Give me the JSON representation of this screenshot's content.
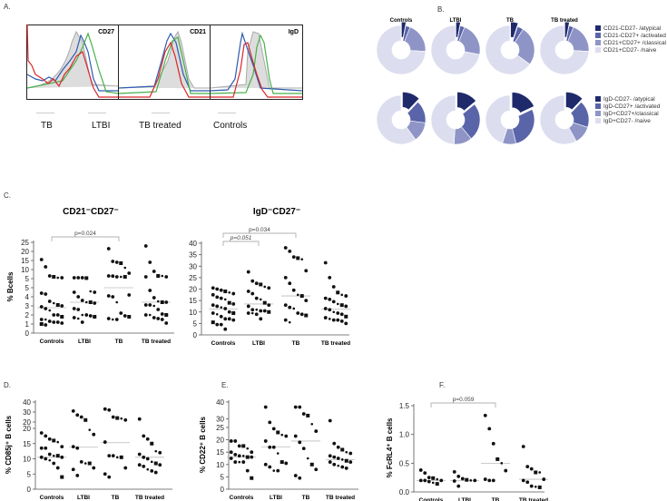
{
  "panel_labels": {
    "a": "A.",
    "b": "B.",
    "c": "C.",
    "d": "D.",
    "e": "E.",
    "f": "F."
  },
  "panel_a": {
    "markers": [
      "CD27",
      "CD21",
      "IgD"
    ],
    "legend": [
      "TB",
      "LTBI",
      "TB treated",
      "Controls"
    ],
    "colors": {
      "TB": "#d9262b",
      "LTBI": "#2f5bb0",
      "TB treated": "#47b04b",
      "Controls": "#b5b5b5"
    }
  },
  "chart_data": [
    {
      "id": "B-CD21",
      "type": "pie",
      "categories": [
        "Controls",
        "LTBI",
        "TB",
        "TB treated"
      ],
      "legend": [
        "CD21-CD27- /atypical",
        "CD21-CD27+ /activated",
        "CD21+CD27+ /classical",
        "CD21+CD27- /naive"
      ],
      "colors": [
        "#1f2a6b",
        "#5a64a8",
        "#8e95c6",
        "#dcdeef"
      ],
      "series": [
        {
          "name": "Controls",
          "values": [
            3,
            3,
            20,
            74
          ]
        },
        {
          "name": "LTBI",
          "values": [
            3,
            3,
            22,
            72
          ]
        },
        {
          "name": "TB",
          "values": [
            5,
            4,
            26,
            65
          ]
        },
        {
          "name": "TB treated",
          "values": [
            3,
            3,
            20,
            74
          ]
        }
      ]
    },
    {
      "id": "B-IgD",
      "type": "pie",
      "categories": [
        "Controls",
        "LTBI",
        "TB",
        "TB treated"
      ],
      "legend": [
        "IgD-CD27- /atypical",
        "IgD-CD27+ /activated",
        "IgD+CD27+/classical",
        "IgD+CD27- /naive"
      ],
      "colors": [
        "#1f2a6b",
        "#5a64a8",
        "#8e95c6",
        "#dcdeef"
      ],
      "series": [
        {
          "name": "Controls",
          "values": [
            12,
            15,
            13,
            60
          ]
        },
        {
          "name": "LTBI",
          "values": [
            14,
            25,
            12,
            49
          ]
        },
        {
          "name": "TB",
          "values": [
            18,
            28,
            9,
            45
          ]
        },
        {
          "name": "TB treated",
          "values": [
            12,
            18,
            12,
            58
          ]
        }
      ]
    },
    {
      "id": "C1",
      "type": "scatter",
      "title": "CD21⁻CD27⁻",
      "ylabel": "% Bcells",
      "categories": [
        "Controls",
        "LTBI",
        "TB",
        "TB treated"
      ],
      "yticks": [
        0,
        1,
        2,
        3,
        4,
        5,
        5,
        10,
        15,
        20,
        25
      ],
      "ylim": [
        0,
        25
      ],
      "axis_break": 5,
      "annotations": [
        {
          "text": "p=0.024",
          "from": "Controls",
          "to": "TB"
        }
      ],
      "medians": [
        2.8,
        3.4,
        5,
        3.4
      ],
      "series": [
        [
          15.5,
          11.5,
          6.5,
          6,
          5.5,
          5.5,
          4.4,
          4.3,
          3.5,
          3.3,
          3.1,
          3,
          2.9,
          2.7,
          2.5,
          2,
          2,
          1.8,
          1.5,
          1.5,
          1.3,
          1.2,
          1.2,
          1.1,
          1,
          0.9
        ],
        [
          5.5,
          5.5,
          5.5,
          5.3,
          4.6,
          4.5,
          4.5,
          4,
          3.6,
          3.4,
          3.4,
          3.3,
          2.7,
          2.6,
          2,
          2,
          1.9,
          1.8,
          1.7,
          1.6,
          1.2
        ],
        [
          21.5,
          14.5,
          14,
          13.5,
          11,
          8,
          6.5,
          6.4,
          6,
          6,
          6,
          4.2,
          4.1,
          4,
          3.4,
          2.2,
          1.9,
          1.8,
          1.6,
          1.5,
          1.5
        ],
        [
          23,
          14,
          9,
          6.5,
          6.5,
          6,
          6,
          4.7,
          3.9,
          3.5,
          3.4,
          3.4,
          3.1,
          3.1,
          3,
          2.6,
          2.1,
          2,
          2,
          2,
          1.7,
          1.6,
          1.5,
          1.1
        ]
      ]
    },
    {
      "id": "C2",
      "type": "scatter",
      "title": "IgD⁻CD27⁻",
      "ylabel": "",
      "categories": [
        "Controls",
        "LTBI",
        "TB",
        "TB treated"
      ],
      "yticks": [
        0,
        5,
        10,
        15,
        20,
        25,
        30,
        35,
        40
      ],
      "ylim": [
        0,
        40
      ],
      "annotations": [
        {
          "text": "p=0.051",
          "from": "Controls",
          "to": "LTBI"
        },
        {
          "text": "p=0.034",
          "from": "Controls",
          "to": "TB"
        }
      ],
      "medians": [
        11.3,
        13.5,
        17,
        11.3
      ],
      "series": [
        [
          20.5,
          20,
          19.5,
          19,
          18.5,
          18,
          17.5,
          16.5,
          16,
          15.5,
          14,
          13.5,
          13,
          12.5,
          12,
          11.5,
          10,
          9.5,
          9.5,
          9,
          8,
          7,
          7,
          6.5,
          5.5,
          4.5,
          4.5,
          2.5
        ],
        [
          27.5,
          23.5,
          22.5,
          22,
          21,
          20.5,
          19,
          18,
          16,
          15.5,
          14,
          13,
          12.5,
          11,
          11,
          10.5,
          10.5,
          10,
          9.5,
          9.5,
          9,
          7
        ],
        [
          38,
          36.5,
          34,
          33.5,
          33,
          28,
          25,
          22.5,
          19.5,
          17.5,
          17,
          15,
          13,
          12,
          11.5,
          9.5,
          9,
          8.5,
          6.5,
          5.5
        ],
        [
          31.5,
          25,
          21,
          18.5,
          17.5,
          17,
          16,
          15.5,
          14.5,
          13.5,
          13,
          12.5,
          11.5,
          11,
          10,
          9.5,
          9,
          8,
          7.5,
          7,
          6.5,
          6.5,
          6,
          5
        ]
      ]
    },
    {
      "id": "D",
      "type": "scatter",
      "title": "",
      "ylabel": "% CD85j⁺ B cells",
      "categories": [
        "Controls",
        "LTBI",
        "TB",
        "TB treated"
      ],
      "yticks": [
        0,
        5,
        10,
        15,
        20,
        20,
        30,
        40
      ],
      "ylim": [
        0,
        40
      ],
      "axis_break": 20,
      "annotations": [],
      "medians": [
        10.5,
        13.8,
        15.3,
        10.5
      ],
      "series": [
        [
          18.5,
          17.5,
          16.5,
          16,
          15.5,
          14,
          13.5,
          13.5,
          11.5,
          11,
          11,
          10.5,
          10.5,
          10,
          9.5,
          8.5,
          7,
          4
        ],
        [
          31,
          27,
          25,
          22,
          19.5,
          18,
          14,
          13.5,
          9,
          8.5,
          8.5,
          7,
          6.5,
          4.5
        ],
        [
          33,
          32,
          25,
          24,
          23.5,
          22,
          15.5,
          11,
          11,
          10.5,
          10.5,
          7,
          5,
          4
        ],
        [
          23,
          17.5,
          16.5,
          15,
          12.5,
          12,
          11.5,
          10.5,
          10,
          9,
          8.5,
          8,
          8,
          7.5,
          6.5,
          6,
          5.5
        ]
      ]
    },
    {
      "id": "E",
      "type": "scatter",
      "title": "",
      "ylabel": "% CD22⁺ B cells",
      "categories": [
        "Controls",
        "LTBI",
        "TB",
        "TB treated"
      ],
      "yticks": [
        0,
        5,
        10,
        15,
        20,
        25,
        30,
        40
      ],
      "ylim": [
        0,
        40
      ],
      "axis_break": 25,
      "annotations": [],
      "medians": [
        13,
        17.2,
        19.5,
        12
      ],
      "series": [
        [
          19.5,
          19.5,
          17.5,
          17.5,
          16.5,
          15,
          15,
          14,
          13.5,
          13.5,
          13,
          13,
          12.5,
          11,
          11,
          11,
          7.5,
          4.5
        ],
        [
          37,
          28,
          24.5,
          23,
          22,
          21.5,
          19.5,
          17,
          17,
          14.5,
          11,
          10.5,
          10,
          9,
          7.5,
          7.5
        ],
        [
          37,
          37,
          33,
          32,
          27,
          23.5,
          21.5,
          19,
          16.5,
          12.5,
          10,
          8,
          5.5,
          4.5
        ],
        [
          29,
          18.5,
          17,
          16,
          15,
          14.5,
          13.5,
          13,
          12.5,
          12,
          11.5,
          11,
          11,
          10,
          9.5,
          9,
          8.5
        ]
      ]
    },
    {
      "id": "F",
      "type": "scatter",
      "title": "",
      "ylabel": "% FcRL4⁺ B cells",
      "categories": [
        "Controls",
        "LTBI",
        "TB",
        "TB treated"
      ],
      "yticks": [
        "0.0",
        "0.5",
        "1.0",
        "1.5"
      ],
      "ylim": [
        0,
        1.5
      ],
      "annotations": [
        {
          "text": "p=0.059",
          "from": "Controls",
          "to": "TB"
        }
      ],
      "medians": [
        0.2,
        0.2,
        0.5,
        0.22
      ],
      "series": [
        [
          0.38,
          0.33,
          0.25,
          0.24,
          0.22,
          0.2,
          0.2,
          0.2,
          0.18,
          0.16,
          0.14
        ],
        [
          0.35,
          0.27,
          0.23,
          0.21,
          0.2,
          0.2,
          0.19,
          0.1
        ],
        [
          1.33,
          1.1,
          0.84,
          0.57,
          0.5,
          0.37,
          0.22,
          0.2,
          0.2
        ],
        [
          0.79,
          0.44,
          0.4,
          0.34,
          0.34,
          0.22,
          0.2,
          0.17,
          0.1,
          0.09,
          0.08
        ]
      ]
    }
  ]
}
